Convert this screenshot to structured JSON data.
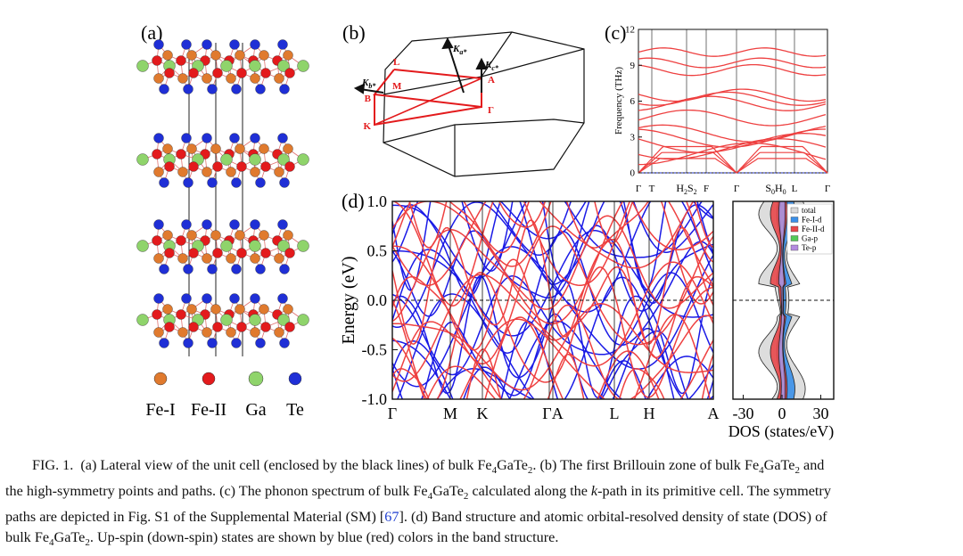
{
  "panels": {
    "a": {
      "label": "(a)",
      "legend": [
        {
          "name": "Fe-I",
          "color": "#e07a2e"
        },
        {
          "name": "Fe-II",
          "color": "#e31a1c"
        },
        {
          "name": "Ga",
          "color": "#8fd46b"
        },
        {
          "name": "Te",
          "color": "#1f2fd6"
        }
      ]
    },
    "b": {
      "label": "(b)",
      "points": [
        "L",
        "M",
        "A",
        "B",
        "Γ",
        "K"
      ],
      "vectors": [
        "K",
        "K",
        "K"
      ],
      "vector_subs": [
        "a*",
        "c*",
        "b*"
      ]
    },
    "c": {
      "label": "(c)",
      "ylabel": "Frequency (THz)",
      "yticks": [
        "0",
        "3",
        "6",
        "9",
        "12"
      ],
      "xticks": [
        "Γ",
        "T",
        "H2S2",
        "F",
        "Γ",
        "S0H0",
        "L",
        "Γ"
      ]
    },
    "d": {
      "label": "(d)",
      "ylabel": "Energy (eV)",
      "yticks": [
        "1.0",
        "0.5",
        "0.0",
        "-0.5",
        "-1.0"
      ],
      "xticks": [
        "Γ",
        "M",
        "K",
        "ΓA",
        "L",
        "H",
        "A"
      ],
      "dos_xticks": [
        "-30",
        "0",
        "30"
      ],
      "dos_xlabel": "DOS (states/eV)",
      "dos_legend": [
        {
          "name": "total",
          "color": "#d9d9d9"
        },
        {
          "name": "Fe-I-d",
          "color": "#3a8fe8"
        },
        {
          "name": "Fe-II-d",
          "color": "#e8474a"
        },
        {
          "name": "Ga-p",
          "color": "#53c957"
        },
        {
          "name": "Te-p",
          "color": "#b48be0"
        }
      ]
    }
  },
  "colors": {
    "up_spin": "#1a1ae6",
    "down_spin": "#ee4040"
  },
  "caption": {
    "line1": "FIG. 1.  (a) Lateral view of the unit cell (enclosed by the black lines) of bulk Fe4GaTe2. (b) The first Brillouin zone of bulk Fe4GaTe2 and",
    "line2": "the high-symmetry points and paths. (c) The phonon spectrum of bulk Fe4GaTe2 calculated along the k-path in its primitive cell. The symmetry",
    "line3a": "paths are depicted in Fig. S1 of the Supplemental Material (SM) [",
    "ref": "67",
    "line3b": "]. (d) Band structure and atomic orbital-resolved density of state (DOS) of",
    "line4": "bulk Fe4GaTe2. Up-spin (down-spin) states are shown by blue (red) colors in the band structure."
  }
}
